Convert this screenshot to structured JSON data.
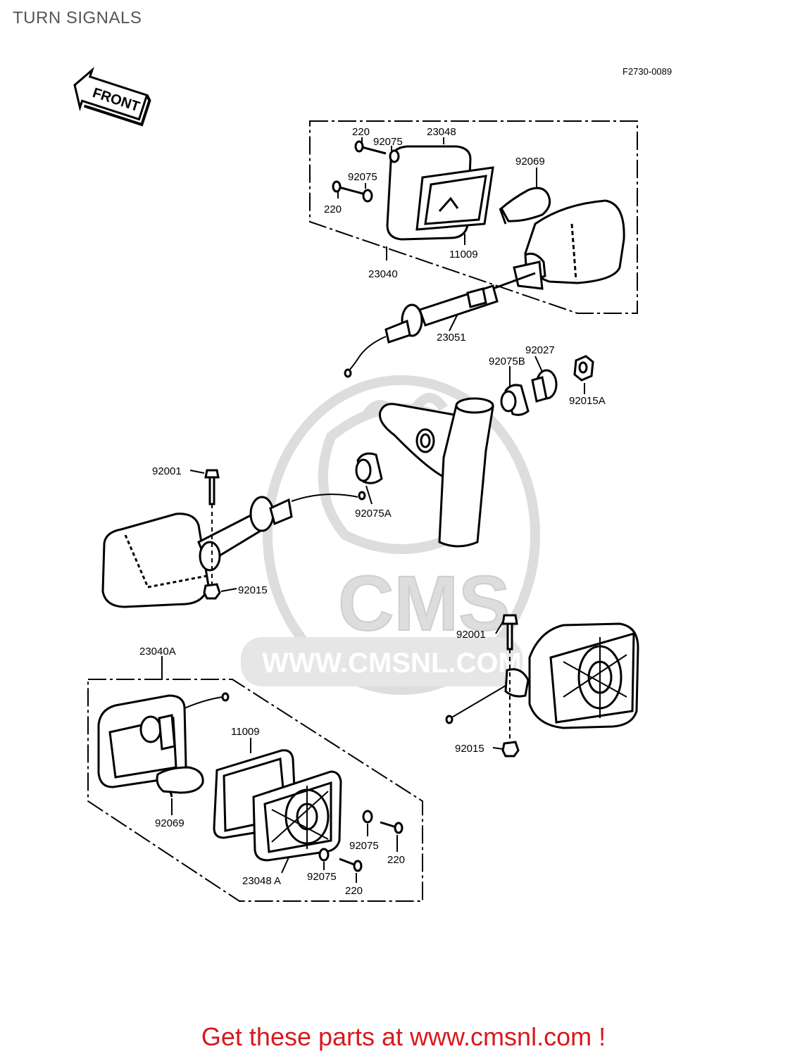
{
  "title": "TURN SIGNALS",
  "diagram_code": "F2730-0089",
  "front_label": "FRONT",
  "watermark": {
    "brand": "CMS",
    "url": "WWW.CMSNL.COM"
  },
  "parts": {
    "p220_a": "220",
    "p92075_a": "92075",
    "p23048": "23048",
    "p92069_a": "92069",
    "p92075_b": "92075",
    "p220_b": "220",
    "p11009_a": "11009",
    "p23040": "23040",
    "p23051": "23051",
    "p92027": "92027",
    "p92075B": "92075B",
    "p92015A": "92015A",
    "p92001_a": "92001",
    "p92075A": "92075A",
    "p92015_a": "92015",
    "p92001_b": "92001",
    "p23040A": "23040A",
    "p92015_b": "92015",
    "p11009_b": "11009",
    "p92069_b": "92069",
    "p92075_c": "92075",
    "p220_c": "220",
    "p23048A": "23048 A",
    "p92075_d": "92075",
    "p220_d": "220"
  },
  "footer": "Get these parts at www.cmsnl.com !",
  "colors": {
    "footer": "#d7191c",
    "title": "#555555",
    "watermark": "#dddddd"
  }
}
